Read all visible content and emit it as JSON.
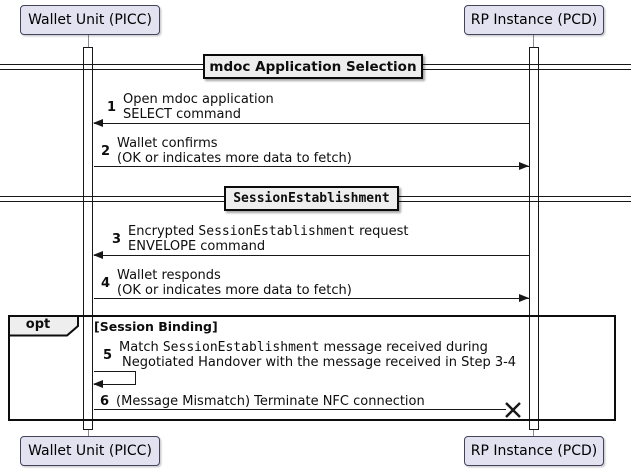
{
  "participants": {
    "left": "Wallet Unit (PICC)",
    "right": "RP Instance (PCD)"
  },
  "dividers": {
    "first": "mdoc Application Selection",
    "second": "SessionEstablishment"
  },
  "fragment": {
    "operator": "opt",
    "guard": "[Session Binding]"
  },
  "messages": {
    "m1": {
      "num": "1",
      "line1": "Open mdoc application",
      "line2": "SELECT command"
    },
    "m2": {
      "num": "2",
      "line1": "Wallet confirms",
      "line2": "(OK or indicates more data to fetch)"
    },
    "m3": {
      "num": "3",
      "line1_pre": "Encrypted ",
      "line1_mono": "SessionEstablishment",
      "line1_post": " request",
      "line2": "ENVELOPE command"
    },
    "m4": {
      "num": "4",
      "line1": "Wallet responds",
      "line2": "(OK or indicates more data to fetch)"
    },
    "m5": {
      "num": "5",
      "line1_pre": "Match ",
      "line1_mono": "SessionEstablishment",
      "line1_post": " message received during",
      "line2": "Negotiated Handover with the message received in Step 3-4"
    },
    "m6": {
      "num": "6",
      "line1": "(Message Mismatch) Terminate NFC connection"
    }
  },
  "colors": {
    "participant_fill": "#E2E2F0",
    "panel_fill": "#EEEEEE",
    "line": "#181818",
    "background": "#FFFFFF"
  }
}
